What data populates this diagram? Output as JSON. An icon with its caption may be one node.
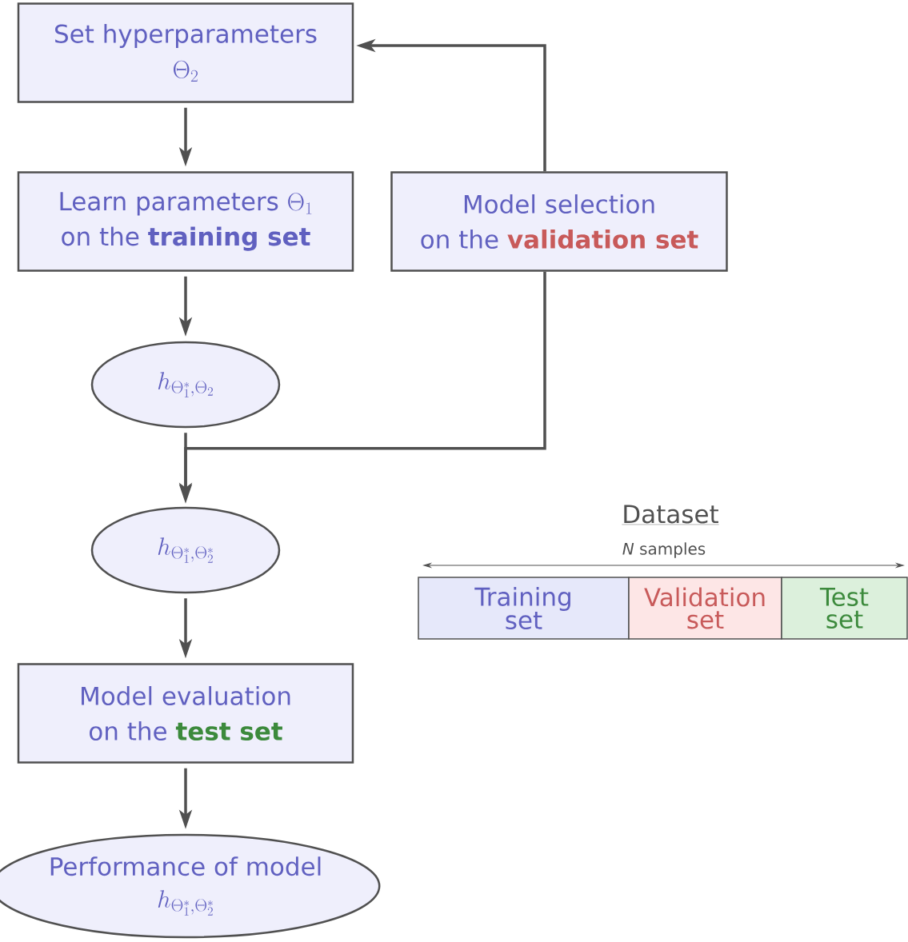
{
  "diagram": {
    "nodes": [
      {
        "text": [
          "Set hyperparameters",
          "\\Theta_2"
        ]
      },
      {
        "text": [
          "Learn parameters",
          "\\Theta_1",
          "on the",
          "training set"
        ]
      },
      {
        "text": [
          "Model selection",
          "on the",
          "validation set"
        ]
      },
      {
        "text": [
          "h_{\\Theta_1^*,\\Theta_2}"
        ]
      },
      {
        "text": [
          "h_{\\Theta_1^*,\\Theta_2^*}"
        ]
      },
      {
        "text": [
          "Model evaluation",
          "on the",
          "test set"
        ]
      },
      {
        "text": [
          "Performance of model",
          "h_{\\Theta_1^*,\\Theta_2^*}"
        ]
      },
      {
        "text": [
          "Training set"
        ]
      },
      {
        "text": [
          "Validation set"
        ]
      },
      {
        "text": [
          "Test set"
        ]
      }
    ],
    "edges": [
      {
        "from": 0,
        "to": 1,
        "arrow": "to"
      },
      {
        "from": 1,
        "to": 3,
        "arrow": "to"
      },
      {
        "from": 3,
        "to": 4,
        "arrow": "to"
      },
      {
        "from": 2,
        "to": 0,
        "arrow": "to"
      },
      {
        "from": 2,
        "to": 4,
        "arrow": "to"
      },
      {
        "from": 4,
        "to": 5,
        "arrow": "to"
      },
      {
        "from": 5,
        "to": 6,
        "arrow": "to"
      }
    ],
    "labels": [
      "Dataset",
      "*N* samples"
    ]
  }
}
